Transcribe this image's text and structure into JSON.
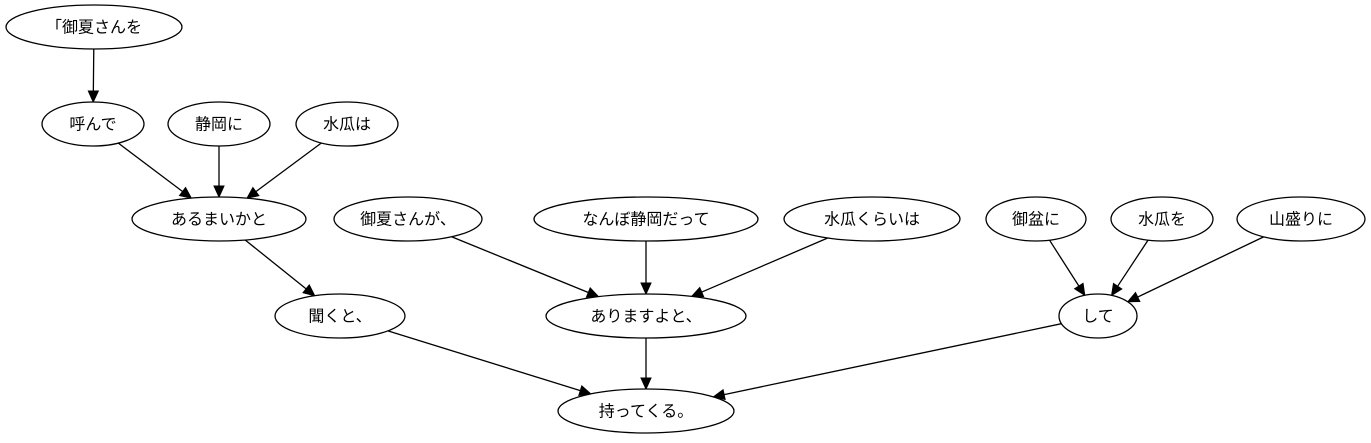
{
  "nodes": [
    {
      "id": "n1",
      "label": "「御夏さんを"
    },
    {
      "id": "n2",
      "label": "呼んで"
    },
    {
      "id": "n3",
      "label": "静岡に"
    },
    {
      "id": "n4",
      "label": "水瓜は"
    },
    {
      "id": "n5",
      "label": "あるまいかと"
    },
    {
      "id": "n6",
      "label": "聞くと、"
    },
    {
      "id": "n7",
      "label": "御夏さんが、"
    },
    {
      "id": "n8",
      "label": "なんぼ静岡だって"
    },
    {
      "id": "n9",
      "label": "水瓜くらいは"
    },
    {
      "id": "n10",
      "label": "ありますよと、"
    },
    {
      "id": "n11",
      "label": "御盆に"
    },
    {
      "id": "n12",
      "label": "水瓜を"
    },
    {
      "id": "n13",
      "label": "山盛りに"
    },
    {
      "id": "n14",
      "label": "して"
    },
    {
      "id": "n15",
      "label": "持ってくる。"
    }
  ],
  "edges": [
    {
      "from": "n1",
      "to": "n2"
    },
    {
      "from": "n2",
      "to": "n5"
    },
    {
      "from": "n3",
      "to": "n5"
    },
    {
      "from": "n4",
      "to": "n5"
    },
    {
      "from": "n5",
      "to": "n6"
    },
    {
      "from": "n6",
      "to": "n15"
    },
    {
      "from": "n7",
      "to": "n10"
    },
    {
      "from": "n8",
      "to": "n10"
    },
    {
      "from": "n9",
      "to": "n10"
    },
    {
      "from": "n10",
      "to": "n15"
    },
    {
      "from": "n11",
      "to": "n14"
    },
    {
      "from": "n12",
      "to": "n14"
    },
    {
      "from": "n13",
      "to": "n14"
    },
    {
      "from": "n14",
      "to": "n15"
    }
  ]
}
